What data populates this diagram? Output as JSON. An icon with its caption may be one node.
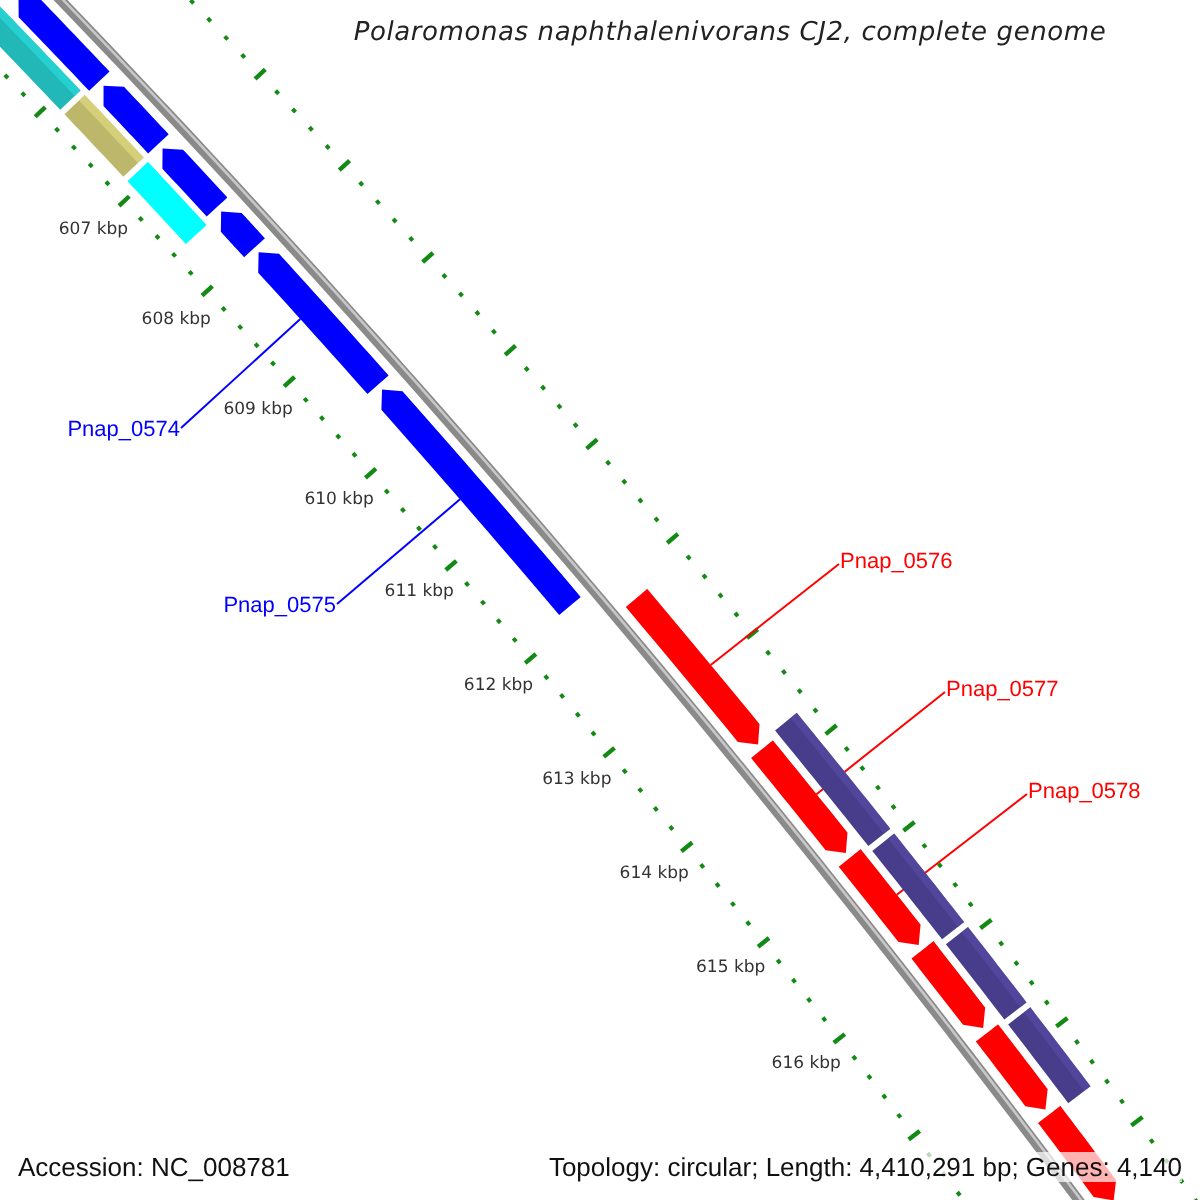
{
  "diagram": {
    "title": "Polaromonas naphthalenivorans CJ2, complete genome",
    "nodes": [
      {
        "text": [],
        "shape": "bar"
      },
      {
        "text": [],
        "shape": "arrow"
      },
      {
        "text": [],
        "shape": "bar"
      },
      {
        "text": [],
        "shape": "arrow"
      },
      {
        "text": [],
        "shape": "bar"
      },
      {
        "text": [],
        "shape": "arrow"
      },
      {
        "text": [],
        "shape": "arrow"
      },
      {
        "text": [
          "Pnap_0574"
        ]
      },
      {
        "text": [],
        "shape": "arrow"
      },
      {
        "text": [
          "Pnap_0575"
        ]
      },
      {
        "text": [],
        "shape": "arrow"
      },
      {
        "text": [
          "Pnap_0576"
        ]
      },
      {
        "text": [],
        "shape": "arrow"
      },
      {
        "text": [
          "Pnap_0577"
        ]
      },
      {
        "text": [],
        "shape": "arrow"
      },
      {
        "text": [],
        "shape": "bar"
      },
      {
        "text": [
          "Pnap_0578"
        ]
      },
      {
        "text": [],
        "shape": "arrow"
      },
      {
        "text": [],
        "shape": "bar"
      },
      {
        "text": [],
        "shape": "arrow"
      },
      {
        "text": [],
        "shape": "bar"
      },
      {
        "text": [],
        "shape": "arrow"
      },
      {
        "text": [],
        "shape": "bar"
      },
      {
        "text": [],
        "shape": "arrow"
      }
    ],
    "edges": [
      {
        "from": 7,
        "to": 8,
        "arrow": "none",
        "color": "#0000ff"
      },
      {
        "from": 9,
        "to": 10,
        "arrow": "none",
        "color": "#0000ff"
      },
      {
        "from": 11,
        "to": 12,
        "arrow": "none"
      },
      {
        "from": 13,
        "to": 14,
        "arrow": "none"
      },
      {
        "from": 16,
        "to": 17,
        "arrow": "none"
      }
    ],
    "labels": [
      "607 kbp",
      "608 kbp",
      "609 kbp",
      "610 kbp",
      "611 kbp",
      "612 kbp",
      "613 kbp",
      "614 kbp",
      "615 kbp",
      "616 kbp",
      "Accession: NC_008781",
      "Topology: circular; Length: 4,410,291 bp; Genes: 4,140"
    ]
  }
}
